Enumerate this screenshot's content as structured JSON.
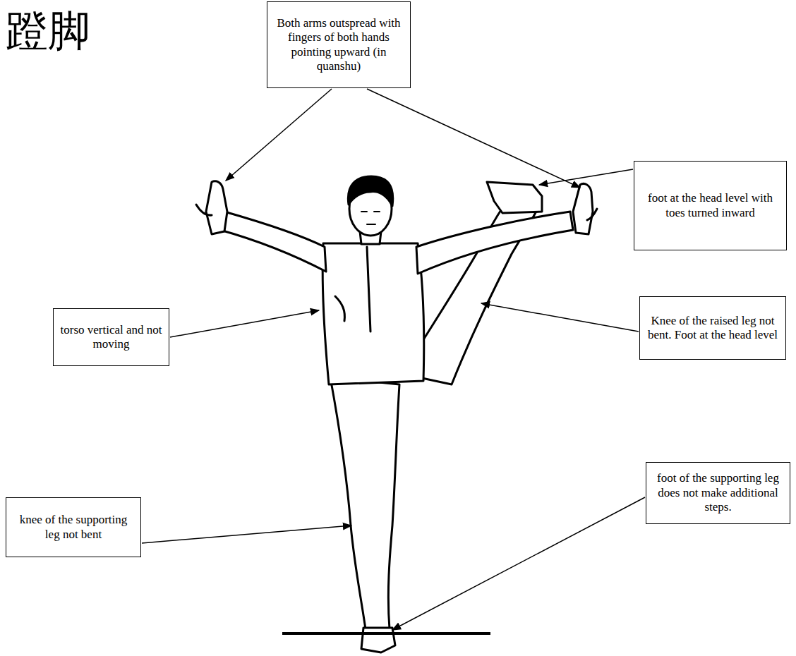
{
  "diagram": {
    "title": "蹬脚",
    "nodes": [
      {
        "text": [
          "Both arms outspread with fingers of both hands pointing upward (in quanshu)"
        ]
      },
      {
        "text": [
          "foot at the head level with toes turned inward"
        ]
      },
      {
        "text": [
          "torso vertical and not moving"
        ]
      },
      {
        "text": [
          "Knee of the raised leg not bent. Foot at the head level"
        ]
      },
      {
        "text": [
          "knee of the supporting leg not bent"
        ]
      },
      {
        "text": [
          "foot of the supporting leg does not make additional steps."
        ]
      }
    ]
  }
}
